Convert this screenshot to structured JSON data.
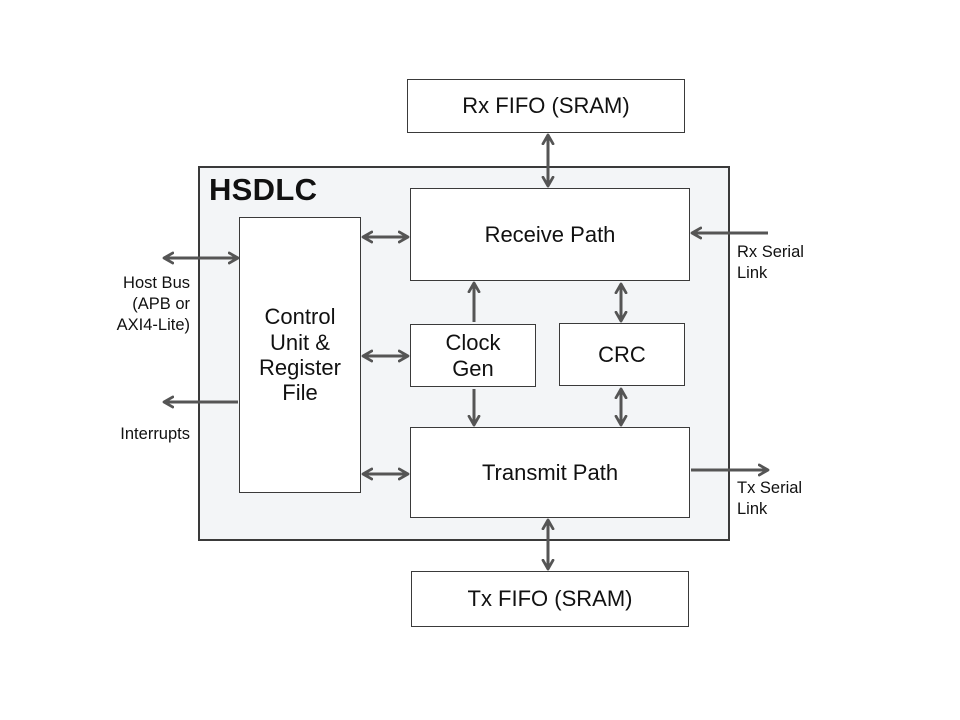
{
  "diagram": {
    "title": "HSDLC",
    "blocks": {
      "rx_fifo": "Rx FIFO (SRAM)",
      "tx_fifo": "Tx FIFO (SRAM)",
      "receive_path": "Receive Path",
      "transmit_path": "Transmit Path",
      "control_unit": "Control\nUnit &\nRegister\nFile",
      "clock_gen": "Clock\nGen",
      "crc": "CRC"
    },
    "labels": {
      "host_bus": "Host Bus\n(APB or\nAXI4-Lite)",
      "interrupts": "Interrupts",
      "rx_serial": "Rx Serial\nLink",
      "tx_serial": "Tx Serial\nLink"
    },
    "colors": {
      "container_fill": "#f3f5f7",
      "arrow": "#555555",
      "border": "#3a3a3a"
    }
  }
}
